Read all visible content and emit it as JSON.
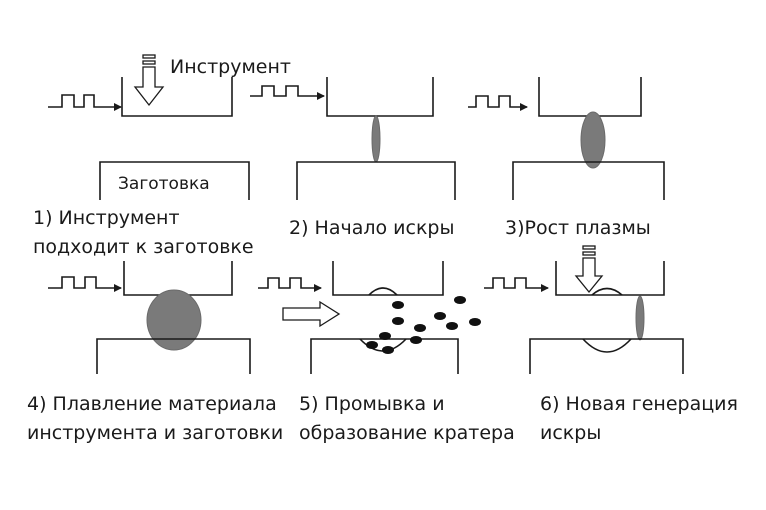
{
  "labels": {
    "tool": "Инструмент",
    "workpiece": "Заготовка"
  },
  "steps": [
    {
      "line1": "1) Инструмент",
      "line2": "подходит к заготовке"
    },
    {
      "line1": "2) Начало искры",
      "line2": ""
    },
    {
      "line1": "3)Рост плазмы",
      "line2": ""
    },
    {
      "line1": "4) Плавление материала",
      "line2": "инструмента и заготовки"
    },
    {
      "line1": "5) Промывка и",
      "line2": "образование кратера"
    },
    {
      "line1": "6) Новая генерация",
      "line2": "искры"
    }
  ],
  "colors": {
    "plasma": "#7a7a7a",
    "particles": "#111111",
    "lines": "#1a1a1a"
  }
}
